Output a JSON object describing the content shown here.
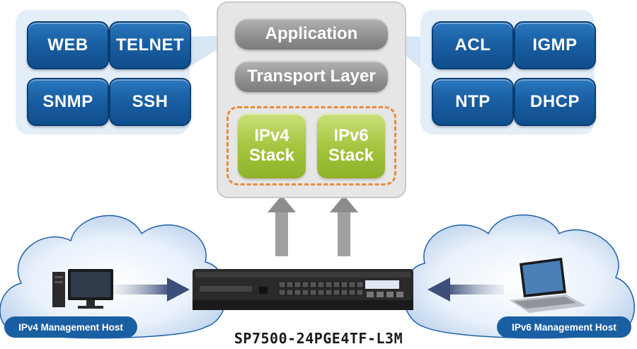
{
  "left_panel": {
    "buttons": [
      "WEB",
      "TELNET",
      "SNMP",
      "SSH"
    ]
  },
  "right_panel": {
    "buttons": [
      "ACL",
      "IGMP",
      "NTP",
      "DHCP"
    ]
  },
  "stack": {
    "application_label": "Application",
    "transport_label": "Transport Layer",
    "ipv4": {
      "line1": "IPv4",
      "line2": "Stack"
    },
    "ipv6": {
      "line1": "IPv6",
      "line2": "Stack"
    }
  },
  "hosts": {
    "ipv4_label": "IPv4 Management Host",
    "ipv6_label": "IPv6 Management Host"
  },
  "device": {
    "model": "SP7500-24PGE4TF-L3M"
  },
  "colors": {
    "button_blue": "#1a5fa3",
    "panel_bg": "#e3eef8",
    "layer_gray": "#8f8f8f",
    "stack_green": "#a3c43c",
    "dashed_orange": "#e88a3a",
    "arrow_gray": "#9a9a9a",
    "label_blue": "#1b5fa3"
  }
}
